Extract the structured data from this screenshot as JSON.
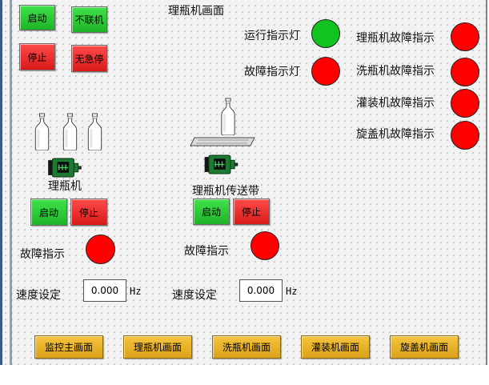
{
  "screen_title": "理瓶机画面",
  "top_buttons": {
    "start": "启动",
    "offline": "不联机",
    "stop": "停止",
    "no_estop": "无急停"
  },
  "indicators": {
    "run": "运行指示灯",
    "fault": "故障指示灯",
    "sorter_fault": "理瓶机故障指示",
    "washer_fault": "洗瓶机故障指示",
    "filler_fault": "灌装机故障指示",
    "capper_fault": "旋盖机故障指示"
  },
  "sorter": {
    "title": "理瓶机",
    "start": "启动",
    "stop": "停止",
    "fault_label": "故障指示",
    "speed_label": "速度设定",
    "speed_value": "0.000",
    "speed_unit": "Hz"
  },
  "conveyor": {
    "title": "理瓶机传送带",
    "start": "启动",
    "stop": "停止",
    "fault_label": "故障指示",
    "speed_label": "速度设定",
    "speed_value": "0.000",
    "speed_unit": "Hz"
  },
  "nav": [
    "监控主画面",
    "理瓶机画面",
    "洗瓶机画面",
    "灌装机画面",
    "旋盖机画面"
  ],
  "colors": {
    "lamp_on": "#11c31e",
    "lamp_off": "#ff0000",
    "button_green": "#22c02c",
    "button_red": "#e02020",
    "nav_yellow": "#e6b02a"
  }
}
